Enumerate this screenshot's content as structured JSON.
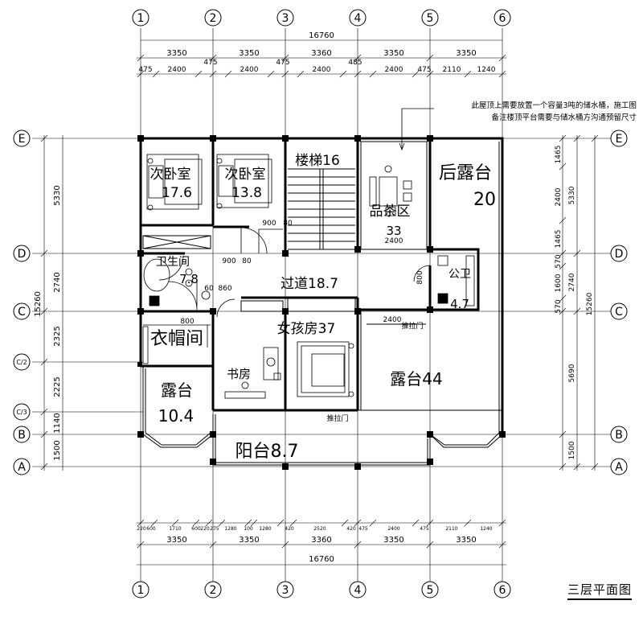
{
  "title": "三层平面图",
  "note": {
    "line1": "此屋顶上需要放置一个容量3吨的储水桶，施工图",
    "line2": "备注楼顶平台需要与储水桶方沟通预留尺寸"
  },
  "grid_columns": [
    "1",
    "2",
    "3",
    "4",
    "5",
    "6"
  ],
  "grid_rows": [
    "E",
    "D",
    "C",
    "C/2",
    "C/3",
    "B",
    "A"
  ],
  "dims": {
    "top_total": "16760",
    "top_bays": [
      "3350",
      "3350",
      "3360",
      "3350",
      "3350"
    ],
    "top_detail": [
      "475",
      "2400",
      "475",
      "2400",
      "475",
      "2400",
      "485",
      "2400",
      "475",
      "2110",
      "1240"
    ],
    "bottom_total": "16760",
    "bottom_bays": [
      "3350",
      "3350",
      "3360",
      "3350",
      "3350"
    ],
    "bottom_detail": [
      "220",
      "600",
      "1710",
      "600",
      "220",
      "275",
      "1280",
      "100",
      "1280",
      "420",
      "2520",
      "420",
      "475",
      "2400",
      "475",
      "2110",
      "1240"
    ],
    "left_total": "15260",
    "left_sub": [
      "5330",
      "2740",
      "2325",
      "2225",
      "1140",
      "1500"
    ],
    "right_total": "15260",
    "right_sub": [
      "5330",
      "2740",
      "5690"
    ],
    "right_detail": [
      "1465",
      "2400",
      "1465",
      "570",
      "1600",
      "570",
      "1500"
    ],
    "inner": [
      "900",
      "80",
      "900",
      "80",
      "60",
      "860",
      "800",
      "800",
      "2400",
      "2400"
    ]
  },
  "rooms": {
    "bedroom1": "次卧室",
    "bedroom1_area": "17.6",
    "bedroom2": "次卧室",
    "bedroom2_area": "13.8",
    "stair": "楼梯16",
    "tearoom": "品茶区",
    "tearoom_area": "33",
    "rear_terrace": "后露台",
    "rear_terrace_area": "20",
    "toilet_left": "卫生间",
    "toilet_left_area": "7.8",
    "corridor": "过道18.7",
    "toilet_right": "公卫",
    "toilet_right_area": "4.7",
    "cloak": "衣帽间",
    "girl_room": "女孩房37",
    "study": "书房",
    "terrace_left": "露台",
    "terrace_left_area": "10.4",
    "terrace_right": "露台44",
    "balcony": "阳台8.7",
    "sliding_door_1": "推拉门",
    "sliding_door_2": "推拉门"
  }
}
